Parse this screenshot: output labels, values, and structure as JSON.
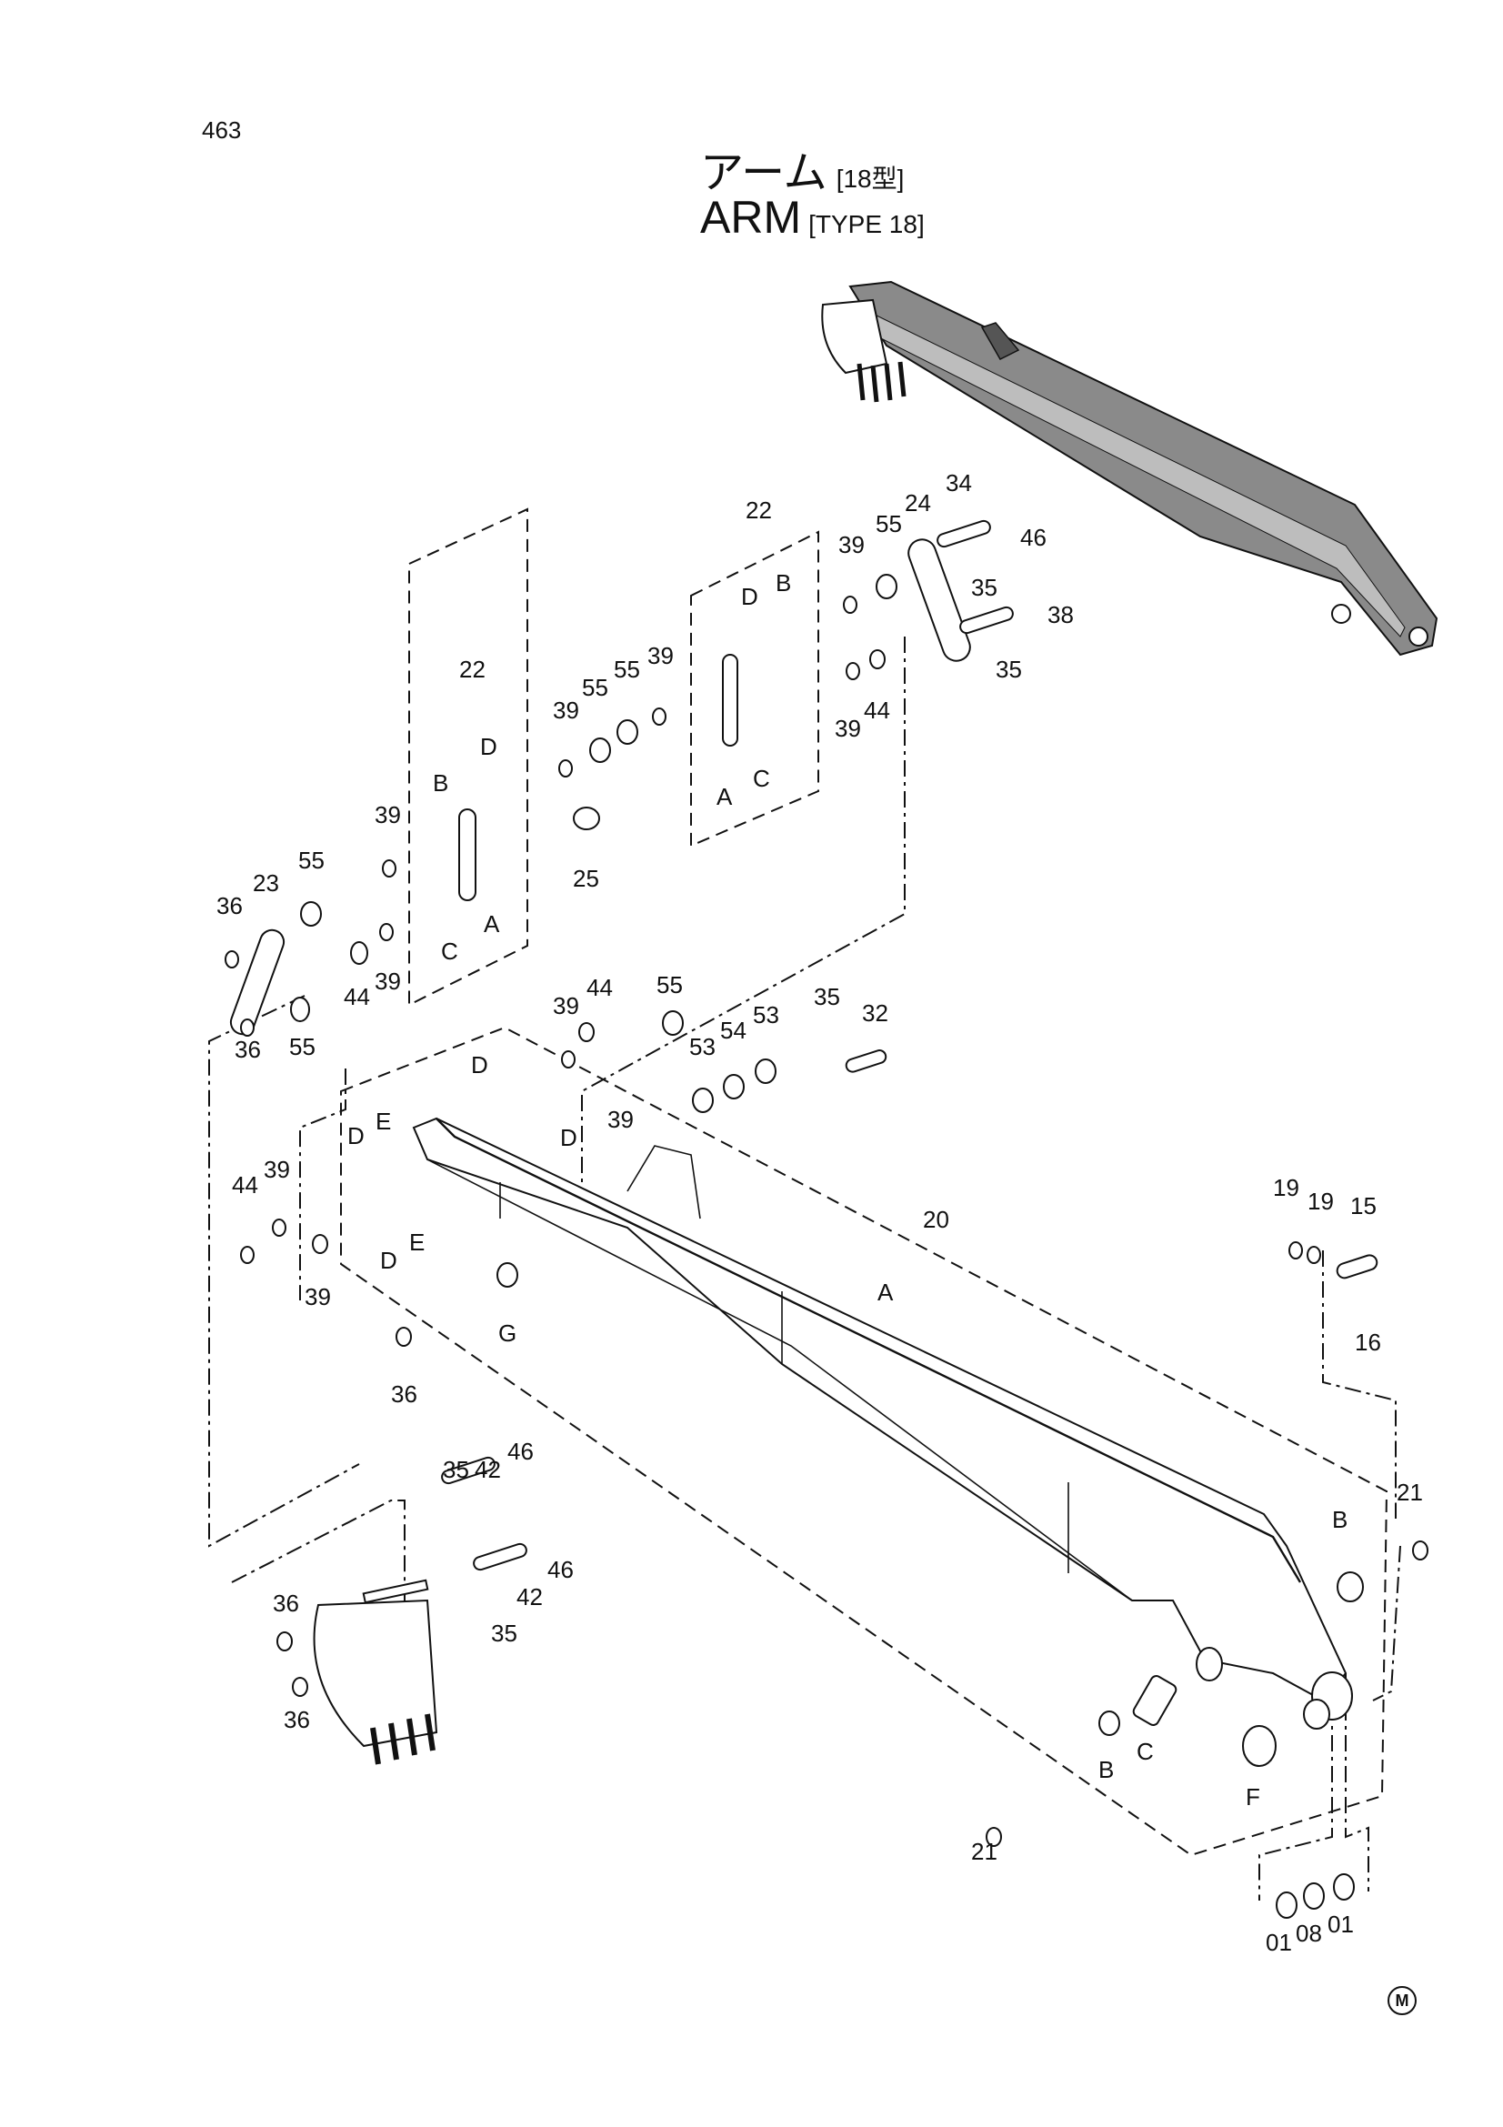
{
  "header": {
    "page_number": "463",
    "title_jp": "アーム",
    "title_jp_type": "[18型]",
    "title_en": "ARM",
    "title_en_type": "[TYPE 18]"
  },
  "footer": {
    "mark": "M"
  },
  "callouts": [
    "22",
    "22",
    "39",
    "55",
    "55",
    "39",
    "D",
    "B",
    "39",
    "55",
    "24",
    "34",
    "46",
    "35",
    "38",
    "35",
    "D",
    "B",
    "39",
    "55",
    "23",
    "36",
    "C",
    "A",
    "25",
    "A",
    "C",
    "39",
    "44",
    "39",
    "36",
    "55",
    "44",
    "39",
    "44",
    "55",
    "35",
    "32",
    "D",
    "D",
    "39",
    "53",
    "54",
    "53",
    "E",
    "D",
    "39",
    "44",
    "39",
    "D",
    "E",
    "G",
    "36",
    "20",
    "A",
    "19",
    "19",
    "15",
    "16",
    "21",
    "B",
    "35",
    "42",
    "46",
    "46",
    "42",
    "35",
    "36",
    "36",
    "C",
    "B",
    "F",
    "21",
    "01",
    "08",
    "01"
  ]
}
